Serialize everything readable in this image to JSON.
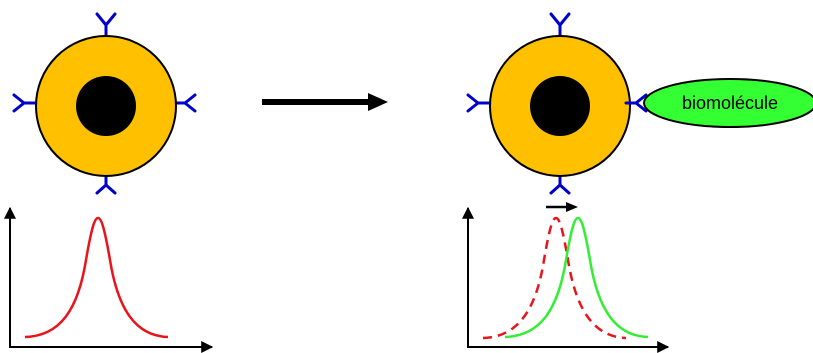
{
  "biomolecule": {
    "label": "biomolécule"
  },
  "colors": {
    "nanoparticle_shell": "#FFC000",
    "nanoparticle_core": "#000000",
    "receptor": "#0000CC",
    "biomolecule_fill": "#33FF33",
    "spectrum_before": "#E8141B",
    "spectrum_after": "#33EE33",
    "arrow": "#000000"
  },
  "icons": {
    "reaction_arrow": "right-arrow",
    "shift_arrow": "right-arrow"
  }
}
